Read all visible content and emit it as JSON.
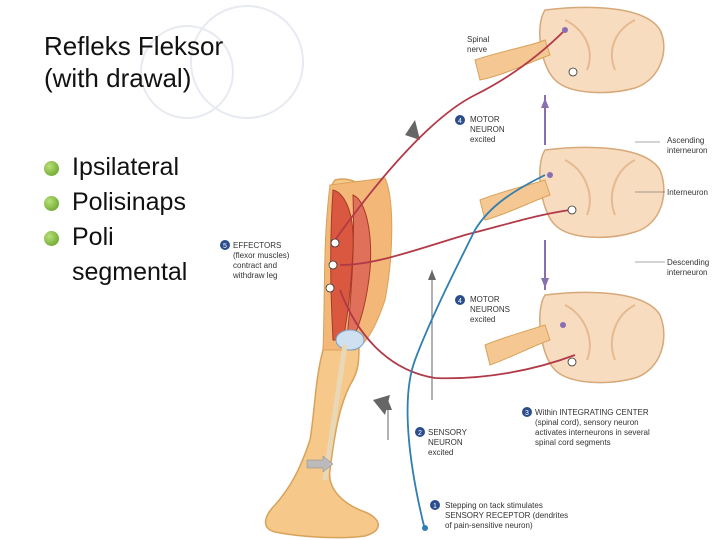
{
  "slide": {
    "title_line1": "Refleks Fleksor",
    "title_line2": "(with drawal)",
    "bullets": [
      "Ipsilateral",
      "Polisinaps",
      "Poli"
    ],
    "bullet_continuation": "segmental"
  },
  "figure": {
    "label_spinal_nerve_1": "Spinal",
    "label_spinal_nerve_2": "nerve",
    "label_ascending_1": "Ascending",
    "label_ascending_2": "interneuron",
    "label_interneuron": "Interneuron",
    "label_descending_1": "Descending",
    "label_descending_2": "interneuron",
    "step4a_num": "4",
    "step4a_1": "MOTOR",
    "step4a_2": "NEURON",
    "step4a_3": "excited",
    "step5_num": "5",
    "step5_1": "EFFECTORS",
    "step5_2": "(flexor muscles)",
    "step5_3": "contract and",
    "step5_4": "withdraw leg",
    "step4b_num": "4",
    "step4b_1": "MOTOR",
    "step4b_2": "NEURONS",
    "step4b_3": "excited",
    "step3_num": "3",
    "step3_1": "Within INTEGRATING CENTER",
    "step3_2": "(spinal cord), sensory neuron",
    "step3_3": "activates interneurons in several",
    "step3_4": "spinal cord segments",
    "step2_num": "2",
    "step2_1": "SENSORY",
    "step2_2": "NEURON",
    "step2_3": "excited",
    "step1_num": "1",
    "step1_1": "Stepping on tack stimulates",
    "step1_2": "SENSORY RECEPTOR (dendrites",
    "step1_3": "of pain-sensitive neuron)",
    "colors": {
      "motor": "#b23a48",
      "sensory": "#2f7fb0",
      "skin": "#f6c98a",
      "muscle": "#d9583f",
      "cord": "#f7dcc0"
    }
  }
}
